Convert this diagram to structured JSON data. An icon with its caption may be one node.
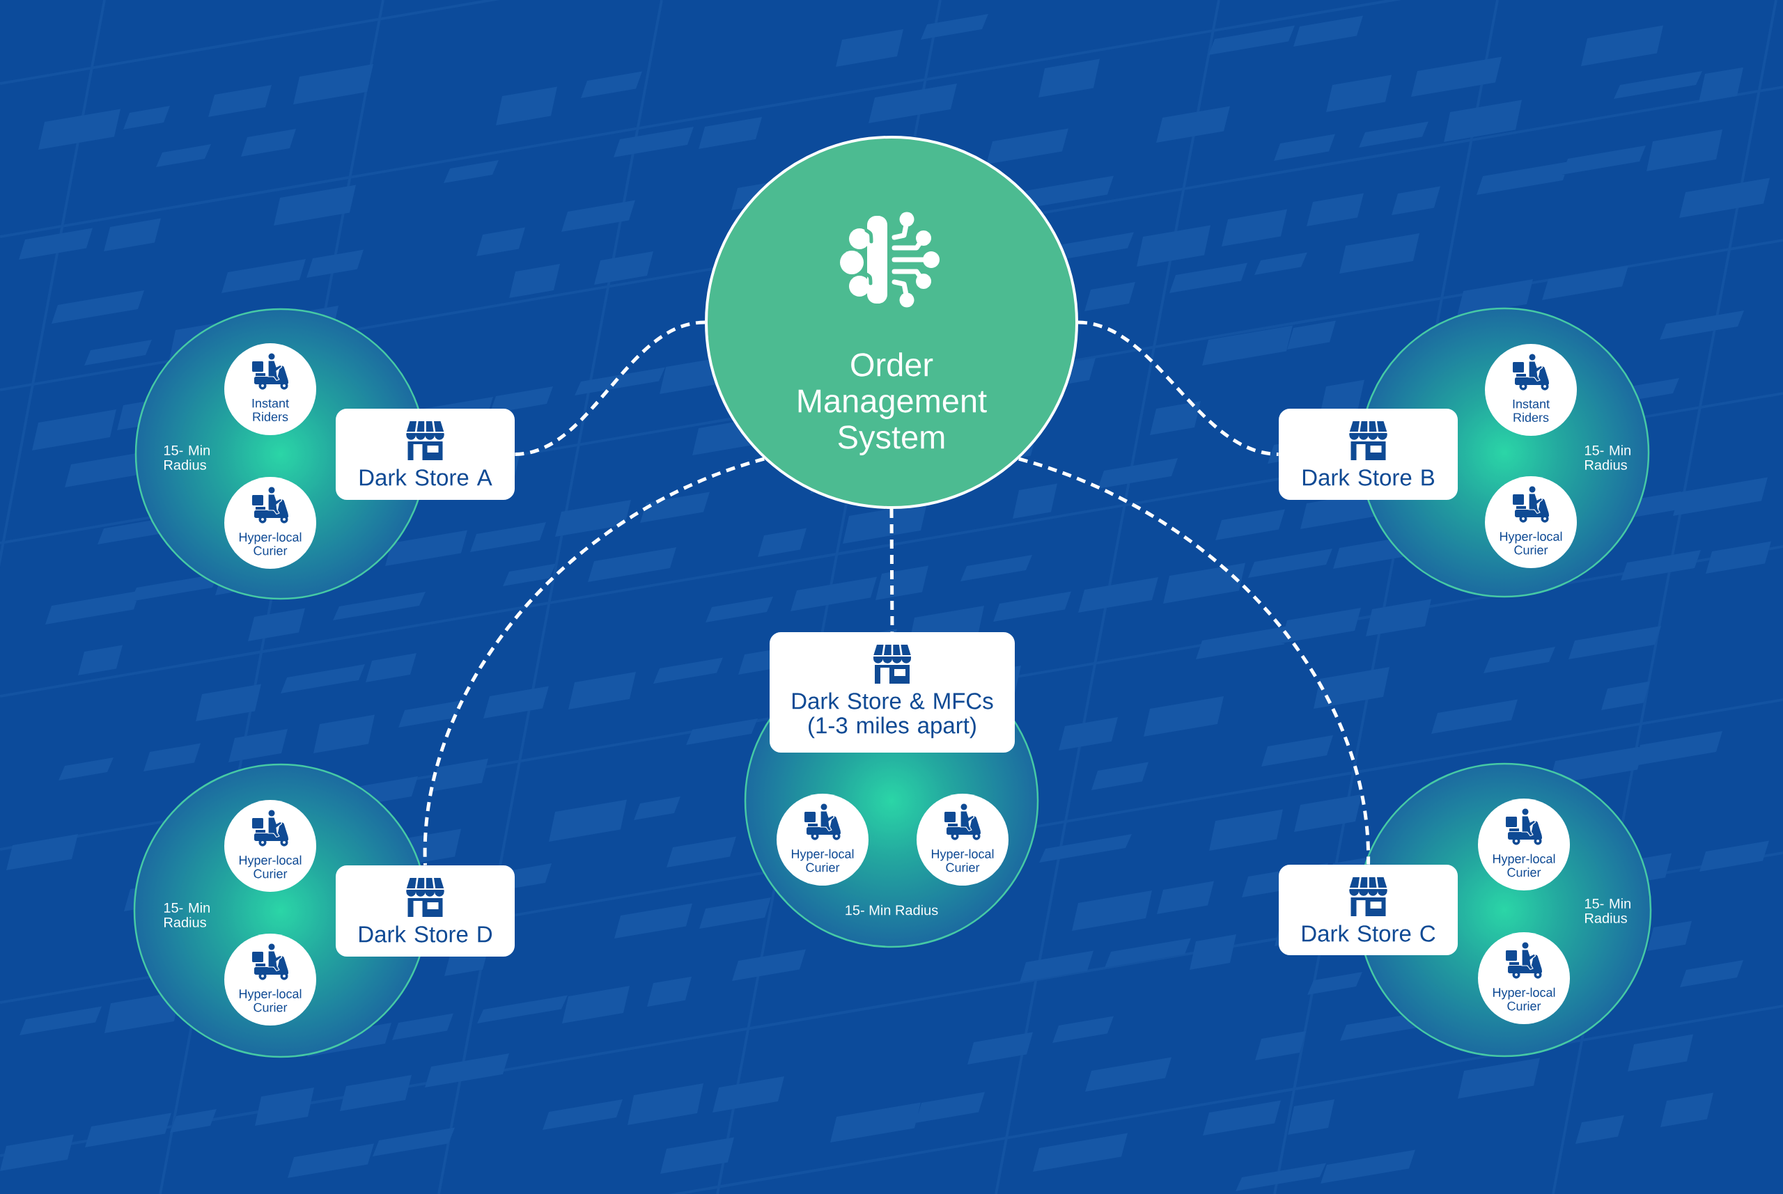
{
  "diagram": {
    "nodes": [
      {
        "text": [
          "Order Management System"
        ]
      },
      {
        "text": [
          "15- Min Radius"
        ]
      },
      {
        "text": [
          "Instant Riders"
        ],
        "in": 1
      },
      {
        "text": [
          "Hyper-local Curier"
        ],
        "in": 1
      },
      {
        "text": [
          "Dark Store A"
        ]
      },
      {
        "text": [
          "Dark Store B"
        ]
      },
      {
        "text": [
          "15- Min Radius"
        ]
      },
      {
        "text": [
          "Instant Riders"
        ],
        "in": 6
      },
      {
        "text": [
          "Hyper-local Curier"
        ],
        "in": 6
      },
      {
        "text": [
          "Dark Store & MFCs (1-3 miles apart)"
        ]
      },
      {
        "text": [
          "15- Min Radius"
        ]
      },
      {
        "text": [
          "Hyper-local Curier"
        ],
        "in": 10
      },
      {
        "text": [
          "Hyper-local Curier"
        ],
        "in": 10
      },
      {
        "text": [
          "Dark Store D"
        ]
      },
      {
        "text": [
          "15- Min Radius"
        ]
      },
      {
        "text": [
          "Hyper-local Curier"
        ],
        "in": 14
      },
      {
        "text": [
          "Hyper-local Curier"
        ],
        "in": 14
      },
      {
        "text": [
          "Dark Store C"
        ]
      },
      {
        "text": [
          "15- Min Radius"
        ]
      },
      {
        "text": [
          "Hyper-local Curier"
        ],
        "in": 18
      },
      {
        "text": [
          "Hyper-local Curier"
        ],
        "in": 18
      }
    ],
    "edges": [
      {
        "from": 0,
        "to": 4,
        "arrow": "none",
        "style": "dashed"
      },
      {
        "from": 0,
        "to": 5,
        "arrow": "none",
        "style": "dashed"
      },
      {
        "from": 0,
        "to": 9,
        "arrow": "none",
        "style": "dashed"
      },
      {
        "from": 0,
        "to": 13,
        "arrow": "none",
        "style": "dashed"
      },
      {
        "from": 0,
        "to": 17,
        "arrow": "none",
        "style": "dashed"
      }
    ]
  }
}
